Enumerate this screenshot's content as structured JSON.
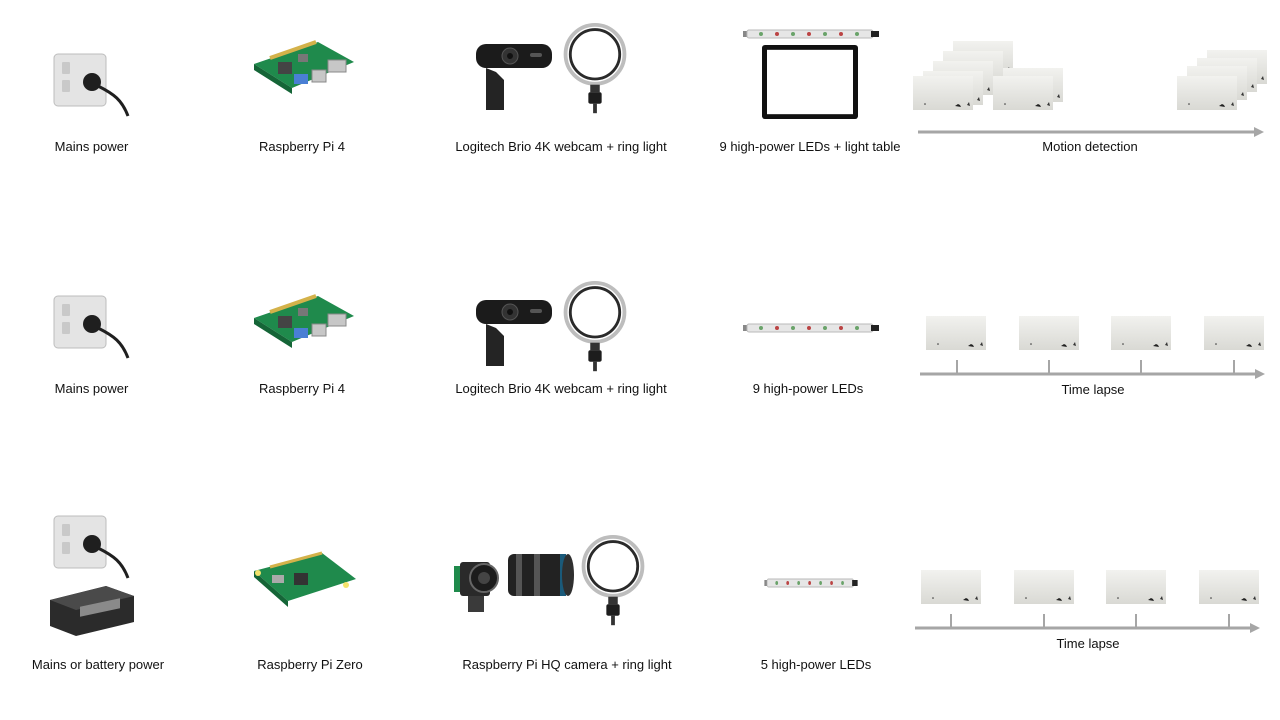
{
  "rows": [
    {
      "power_label": "Mains power",
      "computer_label": "Raspberry Pi 4",
      "camera_label": "Logitech Brio 4K webcam + ring light",
      "lighting_label": "9 high-power LEDs + light table",
      "mode_label": "Motion detection"
    },
    {
      "power_label": "Mains power",
      "computer_label": "Raspberry Pi 4",
      "camera_label": "Logitech Brio 4K webcam + ring light",
      "lighting_label": "9 high-power LEDs",
      "mode_label": "Time lapse"
    },
    {
      "power_label": "Mains or battery power",
      "computer_label": "Raspberry Pi Zero",
      "camera_label": "Raspberry Pi HQ camera + ring light",
      "lighting_label": "5 high-power LEDs",
      "mode_label": "Time lapse"
    }
  ],
  "icons": {
    "power": "power-socket-icon",
    "battery": "battery-pack-icon",
    "pi4": "raspberry-pi-4-icon",
    "pizero": "raspberry-pi-zero-icon",
    "webcam": "webcam-icon",
    "hqcam": "hq-camera-icon",
    "ringlight": "ring-light-icon",
    "ledstrip": "led-strip-icon",
    "lighttable": "light-table-icon"
  },
  "colors": {
    "arrow": "#a6a6a6",
    "pcb_green": "#1f8a4c",
    "frame_fill": "#e8e8e4"
  }
}
